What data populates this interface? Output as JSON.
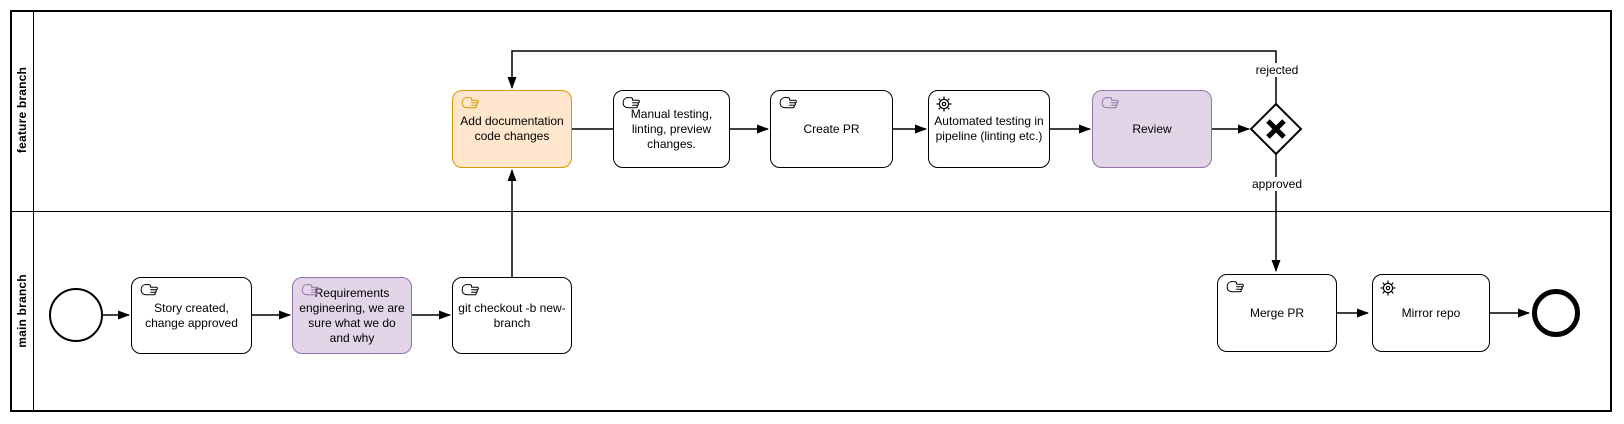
{
  "diagram": {
    "type": "bpmn-swimlane-flowchart",
    "lanes": [
      {
        "label": "feature branch"
      },
      {
        "label": "main branch"
      }
    ],
    "nodes": {
      "start_event": {
        "type": "start-event"
      },
      "story": {
        "label": "Story created, change approved",
        "icon": "manual-task-icon",
        "fill": "#FFFFFF"
      },
      "requirements": {
        "label": "Requirements engineering, we are sure what we do and why",
        "icon": "manual-task-icon",
        "fill": "#E1D5E7"
      },
      "git_checkout": {
        "label": "git checkout -b new-branch",
        "icon": "manual-task-icon",
        "fill": "#FFFFFF"
      },
      "add_docs": {
        "label": "Add documentation code changes",
        "icon": "manual-task-icon",
        "fill": "#FFE6CC"
      },
      "manual_testing": {
        "label": "Manual testing, linting, preview changes.",
        "icon": "manual-task-icon",
        "fill": "#FFFFFF"
      },
      "create_pr": {
        "label": "Create PR",
        "icon": "manual-task-icon",
        "fill": "#FFFFFF"
      },
      "automated_testing": {
        "label": "Automated testing in pipeline (linting etc.)",
        "icon": "service-task-icon",
        "fill": "#FFFFFF"
      },
      "review": {
        "label": "Review",
        "icon": "manual-task-icon",
        "fill": "#E1D5E7"
      },
      "gateway": {
        "type": "exclusive-gateway-x"
      },
      "merge_pr": {
        "label": "Merge PR",
        "icon": "manual-task-icon",
        "fill": "#FFFFFF"
      },
      "mirror_repo": {
        "label": "Mirror repo",
        "icon": "service-task-icon",
        "fill": "#FFFFFF"
      },
      "end_event": {
        "type": "end-event"
      }
    },
    "edge_labels": {
      "rejected": "rejected",
      "approved": "approved"
    },
    "colors": {
      "default_fill": "#FFFFFF",
      "default_stroke": "#000000",
      "highlight_fill": "#FFE6CC",
      "highlight_stroke": "#D79B00",
      "accent_fill": "#E1D5E7",
      "accent_stroke": "#9673A6"
    }
  }
}
